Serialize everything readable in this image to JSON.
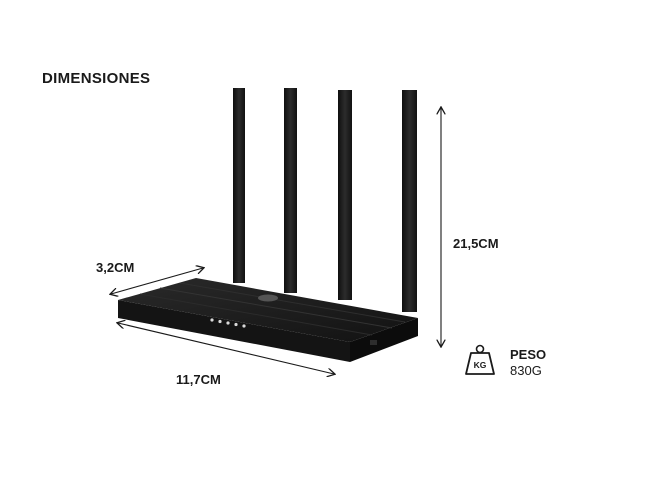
{
  "heading": "DIMENSIONES",
  "dimensions": {
    "width": "3,2CM",
    "length": "11,7CM",
    "height": "21,5CM"
  },
  "weight": {
    "title": "PESO",
    "value": "830G",
    "icon": "weight-kg-icon",
    "icon_text": "KG"
  },
  "product": {
    "icon": "router-image",
    "color": "#1b1b1b"
  }
}
